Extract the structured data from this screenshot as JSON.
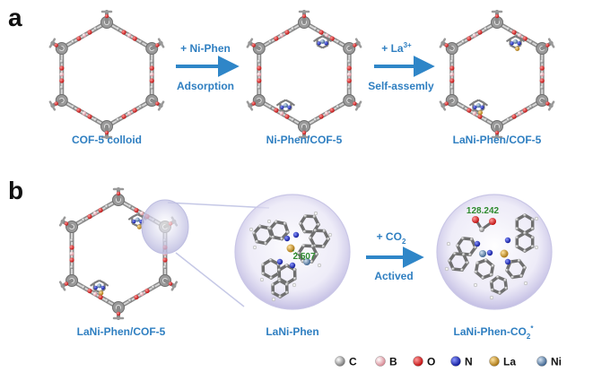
{
  "panels": {
    "a": {
      "letter": "a",
      "structures": [
        "COF-5 colloid",
        "Ni-Phen/COF-5",
        "LaNi-Phen/COF-5"
      ],
      "step1": {
        "top": "+ Ni-Phen",
        "bottom": "Adsorption"
      },
      "step2": {
        "top": "+ La",
        "top_sup": "3+",
        "bottom": "Self-assemly"
      }
    },
    "b": {
      "letter": "b",
      "structure": "LaNi-Phen/COF-5",
      "mol1": {
        "label": "LaNi-Phen",
        "distance": "2.507"
      },
      "step": {
        "top": "+ CO",
        "top_sub": "2",
        "bottom": "Actived"
      },
      "mol2": {
        "label_main": "LaNi-Phen-CO",
        "label_sub": "2",
        "label_sup": "*",
        "angle": "128.242"
      }
    }
  },
  "legend": [
    {
      "label": "C",
      "color": "#9e9e9e"
    },
    {
      "label": "B",
      "color": "#e8a0a8"
    },
    {
      "label": "O",
      "color": "#e02020"
    },
    {
      "label": "N",
      "color": "#2030c0"
    },
    {
      "label": "La",
      "color": "#c8962a"
    },
    {
      "label": "Ni",
      "color": "#5a7fa8"
    }
  ],
  "colors": {
    "accent": "#2f7fc1",
    "arrow": "#2f86c8"
  }
}
